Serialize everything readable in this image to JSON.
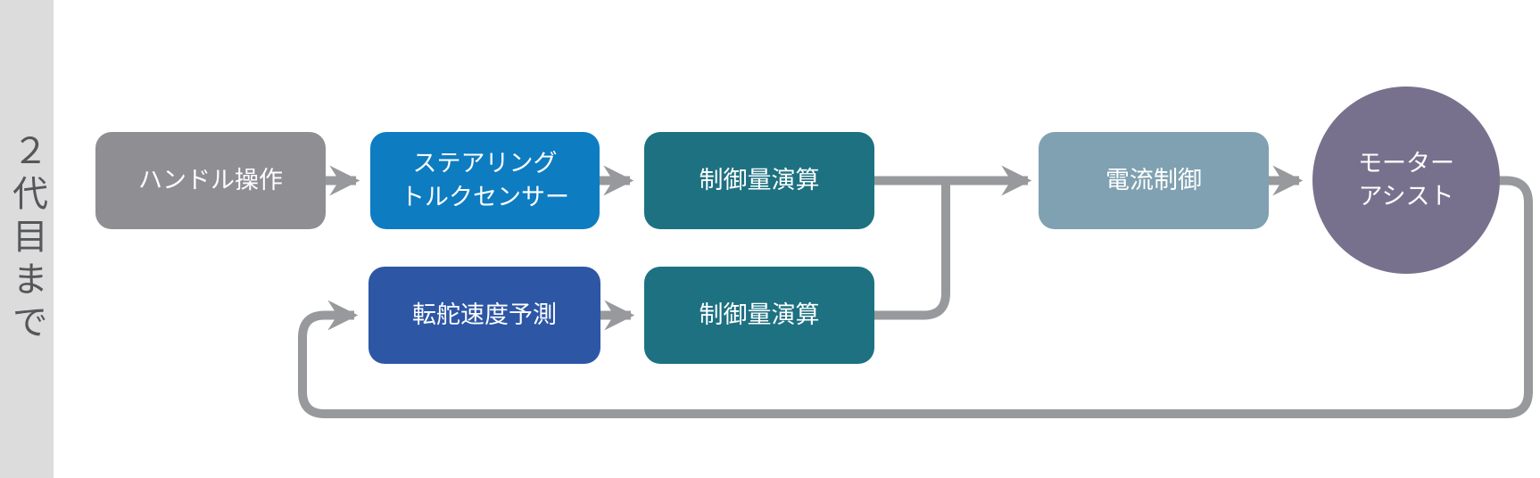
{
  "sidebar": {
    "label": "２代目まで",
    "band_color": "#dcdcdc",
    "text_color": "#56575b"
  },
  "diagram": {
    "connector_color": "#97999c",
    "nodes": [
      {
        "id": "handle-operation",
        "label": "ハンドル操作",
        "shape": "rounded-rect",
        "color": "#8f8e93"
      },
      {
        "id": "steering-torque-sensor",
        "label": "ステアリング\nトルクセンサー",
        "shape": "rounded-rect",
        "color": "#0e7cc1"
      },
      {
        "id": "control-amount-calc-top",
        "label": "制御量演算",
        "shape": "rounded-rect",
        "color": "#1d7181"
      },
      {
        "id": "current-control",
        "label": "電流制御",
        "shape": "rounded-rect",
        "color": "#7fa1b1"
      },
      {
        "id": "motor-assist",
        "label": "モーター\nアシスト",
        "shape": "circle",
        "color": "#78718d"
      },
      {
        "id": "steering-speed-prediction",
        "label": "転舵速度予測",
        "shape": "rounded-rect",
        "color": "#2d57a5"
      },
      {
        "id": "control-amount-calc-bottom",
        "label": "制御量演算",
        "shape": "rounded-rect",
        "color": "#1d7181"
      }
    ]
  }
}
